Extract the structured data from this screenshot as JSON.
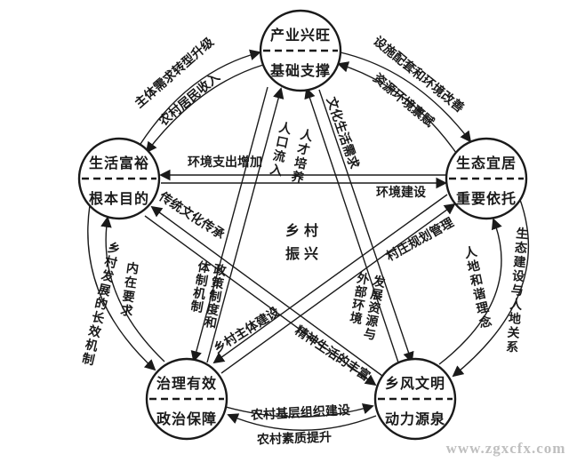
{
  "center": {
    "line1": "乡村",
    "line2": "振兴"
  },
  "nodes": {
    "industry": {
      "title": "产业兴旺",
      "subtitle": "基础支撑"
    },
    "life": {
      "title": "生活富裕",
      "subtitle": "根本目的"
    },
    "eco": {
      "title": "生态宜居",
      "subtitle": "重要依托"
    },
    "governance": {
      "title": "治理有效",
      "subtitle": "政治保障"
    },
    "culture": {
      "title": "乡风文明",
      "subtitle": "动力源泉"
    }
  },
  "edge_labels": {
    "demand_upgrade": "主体需求转型升级",
    "resident_income": "农村居民收入",
    "facility_improve": "设施配套和环境改善",
    "resource_endowment": "资源环境禀赋",
    "env_expenditure": "环境支出增加",
    "env_construction": "环境建设",
    "population_inflow": "人口流入",
    "talent_cultivation": "人才培养",
    "cultural_life_demand": "文化生活需求",
    "traditional_culture": "传统文化传承",
    "village_planning": "村庄规划管理",
    "village_subject": "乡村主体建设",
    "policy_system": "政策制度和体制机制",
    "dev_resources": "发展资源与外部环境",
    "spiritual_life": "精神生活的丰富",
    "eco_construction": "生态建设与人地关系",
    "harmony_concept": "人地和谐理念",
    "longterm_mechanism": "乡村发展的长效机制",
    "internal_requirement": "内在要求",
    "grassroots_org": "农村基层组织建设",
    "quality_improve": "农村素质提升"
  },
  "watermark": "www.zgxcfx.com",
  "colors": {
    "line": "#1a1a1a",
    "text": "#1a1a1a",
    "watermark": "#bfbfbf",
    "background": "#ffffff"
  }
}
